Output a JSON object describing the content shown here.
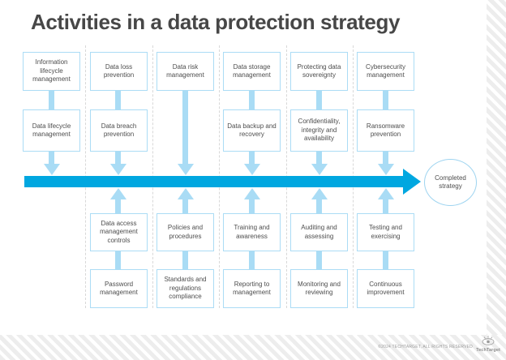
{
  "title": "Activities in a data protection strategy",
  "diagram": {
    "columns": [
      {
        "top": [
          "Information lifecycle management",
          "Data lifecycle management"
        ],
        "bottom": []
      },
      {
        "top": [
          "Data loss prevention",
          "Data breach prevention"
        ],
        "bottom": [
          "Data access management controls",
          "Password management"
        ]
      },
      {
        "top": [
          "Data risk management"
        ],
        "bottom": [
          "Policies and procedures",
          "Standards and regulations compliance"
        ]
      },
      {
        "top": [
          "Data storage management",
          "Data backup and recovery"
        ],
        "bottom": [
          "Training and awareness",
          "Reporting to management"
        ]
      },
      {
        "top": [
          "Protecting data sovereignty",
          "Confidentiality, integrity and availability"
        ],
        "bottom": [
          "Auditing and assessing",
          "Monitoring and reviewing"
        ]
      },
      {
        "top": [
          "Cybersecurity management",
          "Ransomware prevention"
        ],
        "bottom": [
          "Testing and exercising",
          "Continuous improvement"
        ]
      }
    ],
    "goal_label": "Completed strategy"
  },
  "footer": {
    "copyright": "©2024 TECHTARGET, ALL RIGHTS RESERVED",
    "brand": "TechTarget"
  },
  "colors": {
    "arrow_main": "#00a7e0",
    "arrow_light": "#a9dcf5",
    "box_border": "#abdcf5",
    "title_text": "#474747",
    "box_text": "#4d4d4d"
  }
}
